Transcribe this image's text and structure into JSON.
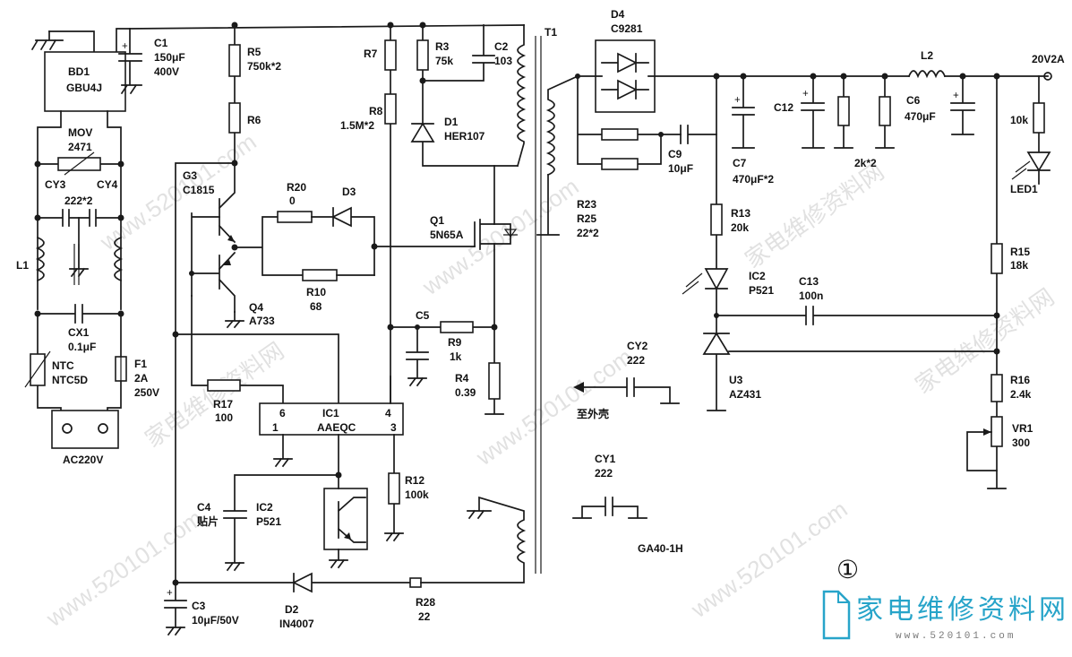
{
  "labels": {
    "bd1_ref": "BD1",
    "bd1_val": "GBU4J",
    "c1_ref": "C1",
    "c1_val1": "150μF",
    "c1_val2": "400V",
    "mov_ref": "MOV",
    "mov_val": "2471",
    "cy3": "CY3",
    "cy4": "CY4",
    "cy_val": "222*2",
    "l1": "L1",
    "cx1_ref": "CX1",
    "cx1_val": "0.1μF",
    "ntc_ref": "NTC",
    "ntc_val": "NTC5D",
    "f1_ref": "F1",
    "f1_val1": "2A",
    "f1_val2": "250V",
    "ac": "AC220V",
    "r5_ref": "R5",
    "r5_val": "750k*2",
    "r6_ref": "R6",
    "g3_ref": "G3",
    "g3_val": "C1815",
    "q4_ref": "Q4",
    "q4_val": "A733",
    "r20_ref": "R20",
    "r20_val": "0",
    "d3_ref": "D3",
    "r10_ref": "R10",
    "r10_val": "68",
    "r7_ref": "R7",
    "r8_ref": "R8",
    "r8_val": "1.5M*2",
    "r3_ref": "R3",
    "r3_val": "75k",
    "c2_ref": "C2",
    "c2_val": "103",
    "d1_ref": "D1",
    "d1_val": "HER107",
    "q1_ref": "Q1",
    "q1_val": "5N65A",
    "t1": "T1",
    "c5_ref": "C5",
    "r9_ref": "R9",
    "r9_val": "1k",
    "r4_ref": "R4",
    "r4_val": "0.39",
    "r17_ref": "R17",
    "r17_val": "100",
    "ic1_ref": "IC1",
    "ic1_val": "AAEQC",
    "pin6": "6",
    "pin4": "4",
    "pin1": "1",
    "pin3": "3",
    "r12_ref": "R12",
    "r12_val": "100k",
    "c4_ref": "C4",
    "c4_val": "贴片",
    "ic2b_ref": "IC2",
    "ic2b_val": "P521",
    "c3_ref": "C3",
    "c3_val": "10μF/50V",
    "d2_ref": "D2",
    "d2_val": "IN4007",
    "r28_ref": "R28",
    "r28_val": "22",
    "d4_ref": "D4",
    "d4_val": "C9281",
    "r23": "R23",
    "r25": "R25",
    "r2325_val": "22*2",
    "c9_ref": "C9",
    "c9_val": "10μF",
    "c7_ref": "C7",
    "c7_val": "470μF*2",
    "c12_ref": "C12",
    "r2k_val": "2k*2",
    "l2": "L2",
    "out": "20V2A",
    "c6_ref": "C6",
    "c6_val": "470μF",
    "r10k": "10k",
    "led1": "LED1",
    "r13_ref": "R13",
    "r13_val": "20k",
    "ic2_ref": "IC2",
    "ic2_val": "P521",
    "c13_ref": "C13",
    "c13_val": "100n",
    "r15_ref": "R15",
    "r15_val": "18k",
    "u3_ref": "U3",
    "u3_val": "AZ431",
    "r16_ref": "R16",
    "r16_val": "2.4k",
    "vr1_ref": "VR1",
    "vr1_val": "300",
    "cy2_ref": "CY2",
    "cy2_val": "222",
    "shell": "至外壳",
    "cy1_ref": "CY1",
    "cy1_val": "222",
    "model": "GA40-1H",
    "figure_no": "①"
  },
  "watermark": {
    "text": "家电维修资料网",
    "url": "www.520101.com",
    "logo_text": "家电维修资料网",
    "logo_url": "www.520101.com",
    "logo_color": "#27a4c9"
  }
}
